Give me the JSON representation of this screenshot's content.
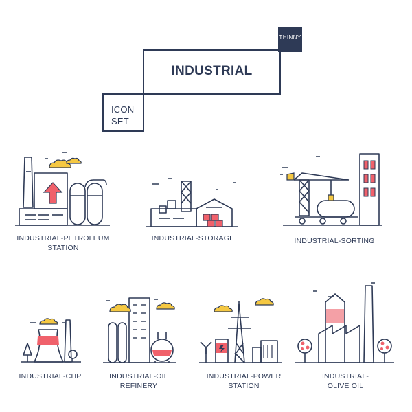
{
  "header": {
    "title": "INDUSTRIAL",
    "tag": "THINNY",
    "subtitle_line1": "ICON",
    "subtitle_line2": "SET"
  },
  "palette": {
    "stroke": "#2e3a56",
    "accent_red": "#f0616b",
    "accent_pink": "#f4a0a6",
    "accent_yellow": "#f5c842",
    "tag_fill": "#2e3a56"
  },
  "icons": [
    {
      "icon": "petroleum-station-icon",
      "caption_line1": "INDUSTRIAL-PETROLEUM",
      "caption_line2": "STATION"
    },
    {
      "icon": "storage-icon",
      "caption_line1": "INDUSTRIAL-STORAGE",
      "caption_line2": ""
    },
    {
      "icon": "sorting-icon",
      "caption_line1": "INDUSTRIAL-SORTING",
      "caption_line2": ""
    },
    {
      "icon": "chp-icon",
      "caption_line1": "INDUSTRIAL-CHP",
      "caption_line2": ""
    },
    {
      "icon": "oil-refinery-icon",
      "caption_line1": "INDUSTRIAL-OIL",
      "caption_line2": "REFINERY"
    },
    {
      "icon": "power-station-icon",
      "caption_line1": "INDUSTRIAL-POWER",
      "caption_line2": "STATION"
    },
    {
      "icon": "olive-oil-icon",
      "caption_line1": "INDUSTRIAL-",
      "caption_line2": "OLIVE OIL"
    }
  ]
}
